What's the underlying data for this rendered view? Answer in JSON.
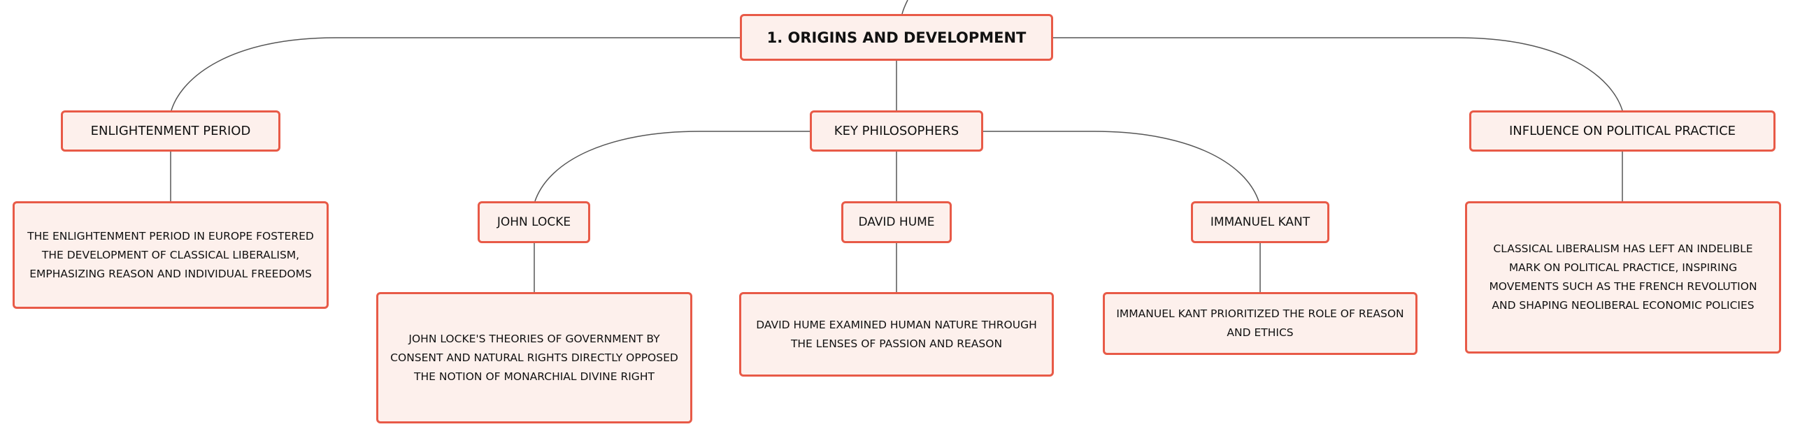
{
  "diagram": {
    "root": "1. ORIGINS AND DEVELOPMENT",
    "branches": {
      "enlightenment": {
        "title": "ENLIGHTENMENT PERIOD",
        "detail": "THE ENLIGHTENMENT PERIOD IN EUROPE FOSTERED THE DEVELOPMENT OF CLASSICAL LIBERALISM, EMPHASIZING REASON AND INDIVIDUAL FREEDOMS"
      },
      "philosophers": {
        "title": "KEY PHILOSOPHERS",
        "locke": {
          "name": "JOHN LOCKE",
          "detail": "JOHN LOCKE'S THEORIES OF GOVERNMENT BY CONSENT AND NATURAL RIGHTS DIRECTLY OPPOSED THE NOTION OF MONARCHIAL DIVINE RIGHT"
        },
        "hume": {
          "name": "DAVID HUME",
          "detail": "DAVID HUME EXAMINED HUMAN NATURE THROUGH THE LENSES OF PASSION AND REASON"
        },
        "kant": {
          "name": "IMMANUEL KANT",
          "detail": "IMMANUEL KANT PRIORITIZED THE ROLE OF REASON AND ETHICS"
        }
      },
      "influence": {
        "title": "INFLUENCE ON POLITICAL PRACTICE",
        "detail": "CLASSICAL LIBERALISM HAS LEFT AN INDELIBLE MARK ON POLITICAL PRACTICE, INSPIRING MOVEMENTS SUCH AS THE FRENCH REVOLUTION AND SHAPING NEOLIBERAL ECONOMIC POLICIES"
      }
    },
    "colors": {
      "node_fill": "#fdf0ec",
      "node_border": "#e85a47",
      "connector": "#555555",
      "text": "#111111"
    }
  }
}
